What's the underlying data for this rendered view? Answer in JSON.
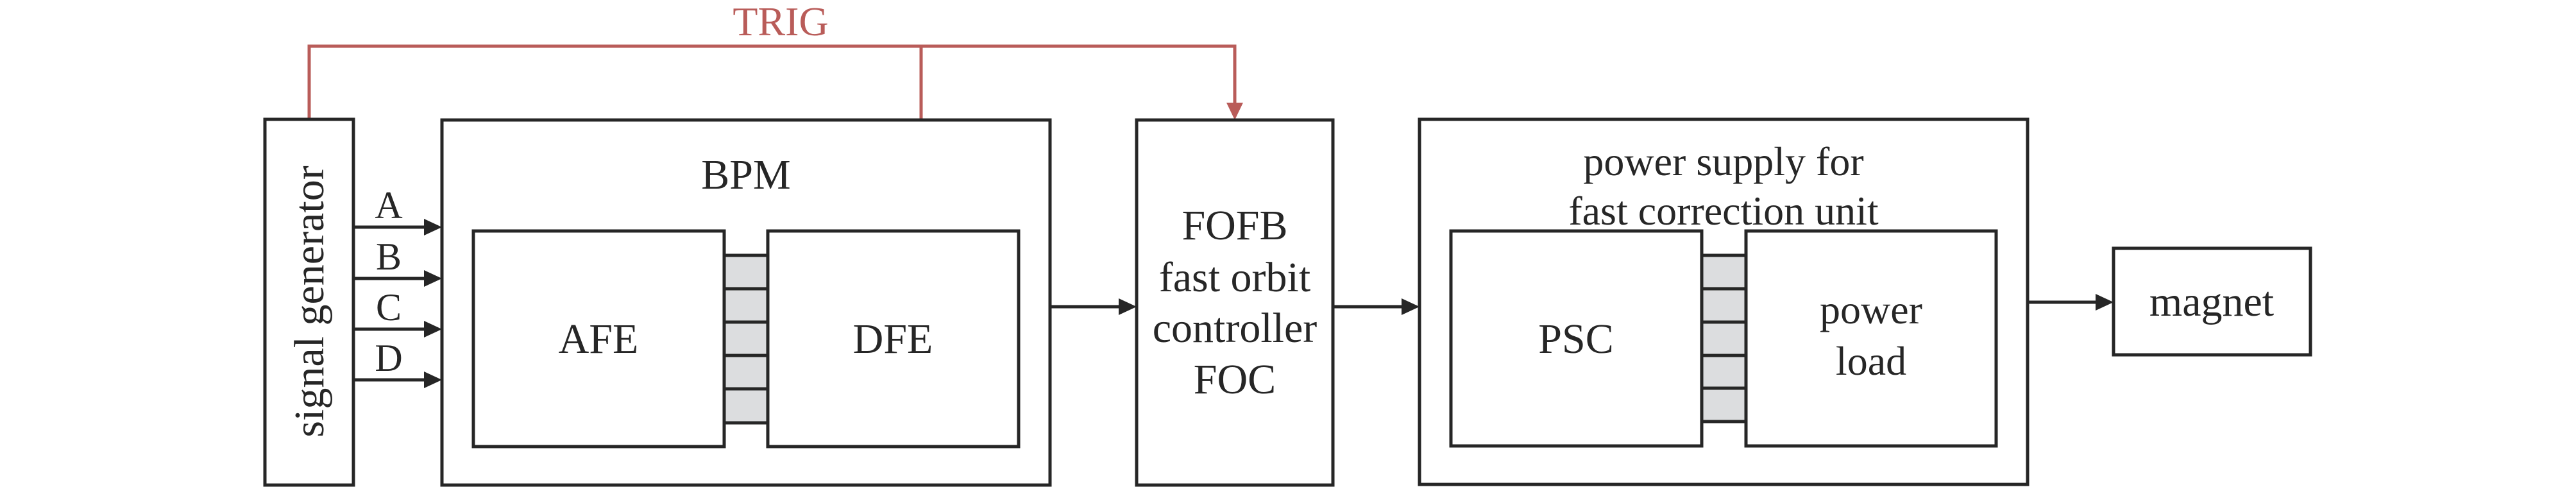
{
  "diagram": {
    "trigger": {
      "label": "TRIG",
      "color": "#b95c59",
      "targets": [
        "DFE",
        "FOFB fast orbit controller FOC"
      ],
      "source": "signal generator"
    },
    "signal_generator": {
      "label": "signal generator",
      "outputs": [
        "A",
        "B",
        "C",
        "D"
      ]
    },
    "bpm": {
      "label": "BPM",
      "afe": "AFE",
      "dfe": "DFE"
    },
    "fofb": {
      "lines": [
        "FOFB",
        "fast orbit",
        "controller",
        "FOC"
      ]
    },
    "power_supply": {
      "title_lines": [
        "power supply for",
        "fast correction unit"
      ],
      "psc": "PSC",
      "load_lines": [
        "power",
        "load"
      ]
    },
    "magnet": {
      "label": "magnet"
    },
    "colors": {
      "line": "#262626",
      "connector_fill": "#dcdddf",
      "trigger": "#b95c59"
    },
    "edges": [
      {
        "from": "signal generator",
        "to": "BPM",
        "label": "A"
      },
      {
        "from": "signal generator",
        "to": "BPM",
        "label": "B"
      },
      {
        "from": "signal generator",
        "to": "BPM",
        "label": "C"
      },
      {
        "from": "signal generator",
        "to": "BPM",
        "label": "D"
      },
      {
        "from": "BPM",
        "to": "FOFB"
      },
      {
        "from": "FOFB",
        "to": "power supply for fast correction unit"
      },
      {
        "from": "power supply for fast correction unit",
        "to": "magnet"
      }
    ]
  }
}
